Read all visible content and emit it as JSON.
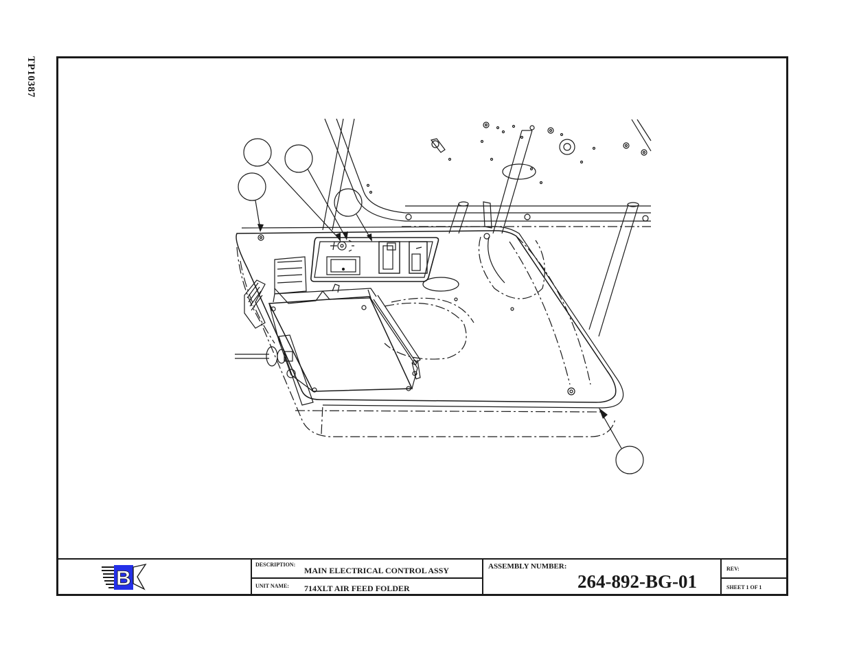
{
  "sheet_code": "TP10387",
  "title_block": {
    "description_label": "DESCRIPTION:",
    "description_value": "MAIN  ELECTRICAL  CONTROL   ASSY",
    "unit_name_label": "UNIT NAME:",
    "unit_name_value": "714XLT AIR FEED FOLDER",
    "assembly_number_label": "ASSEMBLY  NUMBER:",
    "assembly_number_value": "264-892-BG-01",
    "rev_label": "REV:",
    "sheet_label": "SHEET  1   OF    1"
  },
  "colors": {
    "logo_blue": "#2430e8",
    "line": "#1a1a1a"
  },
  "icons": [
    "company-logo-icon",
    "balloon-callout"
  ]
}
